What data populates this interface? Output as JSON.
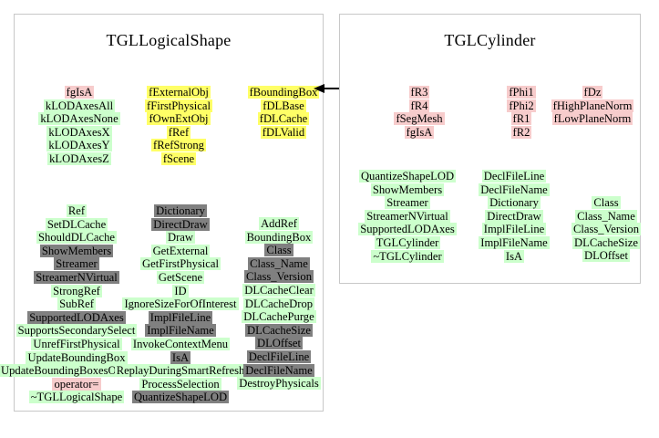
{
  "diagram": {
    "kind": "class-inheritance-diagram",
    "arrow": {
      "name": "inheritance-arrow",
      "direction": "left",
      "from": "TGLCylinder",
      "to": "TGLLogicalShape"
    },
    "colors": {
      "pink": "#f7cccc",
      "green": "#ccffcc",
      "yellow": "#ffff66",
      "gray": "#808080",
      "box_border": "#c8c8c8",
      "background": "#ffffff",
      "text": "#000000"
    }
  },
  "boxes": {
    "logicalshape": {
      "title": "TGLLogicalShape",
      "columns": {
        "data_col1": [
          {
            "text": "fgIsA",
            "hl": "pink"
          },
          {
            "text": "kLODAxesAll",
            "hl": "green"
          },
          {
            "text": "kLODAxesNone",
            "hl": "green"
          },
          {
            "text": "kLODAxesX",
            "hl": "green"
          },
          {
            "text": "kLODAxesY",
            "hl": "green"
          },
          {
            "text": "kLODAxesZ",
            "hl": "green"
          }
        ],
        "data_col2": [
          {
            "text": "fExternalObj",
            "hl": "yellow"
          },
          {
            "text": "fFirstPhysical",
            "hl": "yellow"
          },
          {
            "text": "fOwnExtObj",
            "hl": "yellow"
          },
          {
            "text": "fRef",
            "hl": "yellow"
          },
          {
            "text": "fRefStrong",
            "hl": "yellow"
          },
          {
            "text": "fScene",
            "hl": "yellow"
          }
        ],
        "data_col3": [
          {
            "text": "fBoundingBox",
            "hl": "yellow"
          },
          {
            "text": "fDLBase",
            "hl": "yellow"
          },
          {
            "text": "fDLCache",
            "hl": "yellow"
          },
          {
            "text": "fDLValid",
            "hl": "yellow"
          }
        ],
        "method_col1": [
          {
            "text": "Ref",
            "hl": "green"
          },
          {
            "text": "SetDLCache",
            "hl": "green"
          },
          {
            "text": "ShouldDLCache",
            "hl": "green"
          },
          {
            "text": "ShowMembers",
            "hl": "gray"
          },
          {
            "text": "Streamer",
            "hl": "gray"
          },
          {
            "text": "StreamerNVirtual",
            "hl": "gray"
          },
          {
            "text": "StrongRef",
            "hl": "green"
          },
          {
            "text": "SubRef",
            "hl": "green"
          },
          {
            "text": "SupportedLODAxes",
            "hl": "gray"
          },
          {
            "text": "SupportsSecondarySelect",
            "hl": "green"
          },
          {
            "text": "UnrefFirstPhysical",
            "hl": "green"
          },
          {
            "text": "UpdateBoundingBox",
            "hl": "green"
          },
          {
            "text": "UpdateBoundingBoxesOfPhysicals",
            "hl": "green"
          },
          {
            "text": "operator=",
            "hl": "pink"
          },
          {
            "text": "~TGLLogicalShape",
            "hl": "green"
          }
        ],
        "method_col2": [
          {
            "text": "Dictionary",
            "hl": "gray"
          },
          {
            "text": "DirectDraw",
            "hl": "gray"
          },
          {
            "text": "Draw",
            "hl": "green"
          },
          {
            "text": "GetExternal",
            "hl": "green"
          },
          {
            "text": "GetFirstPhysical",
            "hl": "green"
          },
          {
            "text": "GetScene",
            "hl": "green"
          },
          {
            "text": "ID",
            "hl": "green"
          },
          {
            "text": "IgnoreSizeForOfInterest",
            "hl": "green"
          },
          {
            "text": "ImplFileLine",
            "hl": "gray"
          },
          {
            "text": "ImplFileName",
            "hl": "gray"
          },
          {
            "text": "InvokeContextMenu",
            "hl": "green"
          },
          {
            "text": "IsA",
            "hl": "gray"
          },
          {
            "text": "ReplayDuringSmartRefresh",
            "hl": "green"
          },
          {
            "text": "ProcessSelection",
            "hl": "green"
          },
          {
            "text": "QuantizeShapeLOD",
            "hl": "gray"
          }
        ],
        "method_col3": [
          {
            "text": "AddRef",
            "hl": "green"
          },
          {
            "text": "BoundingBox",
            "hl": "green"
          },
          {
            "text": "Class",
            "hl": "gray"
          },
          {
            "text": "Class_Name",
            "hl": "gray"
          },
          {
            "text": "Class_Version",
            "hl": "gray"
          },
          {
            "text": "DLCacheClear",
            "hl": "green"
          },
          {
            "text": "DLCacheDrop",
            "hl": "green"
          },
          {
            "text": "DLCachePurge",
            "hl": "green"
          },
          {
            "text": "DLCacheSize",
            "hl": "gray"
          },
          {
            "text": "DLOffset",
            "hl": "gray"
          },
          {
            "text": "DeclFileLine",
            "hl": "gray"
          },
          {
            "text": "DeclFileName",
            "hl": "gray"
          },
          {
            "text": "DestroyPhysicals",
            "hl": "green"
          }
        ]
      }
    },
    "cylinder": {
      "title": "TGLCylinder",
      "columns": {
        "data_col1": [
          {
            "text": "fR3",
            "hl": "pink"
          },
          {
            "text": "fR4",
            "hl": "pink"
          },
          {
            "text": "fSegMesh",
            "hl": "pink"
          },
          {
            "text": "fgIsA",
            "hl": "pink"
          }
        ],
        "data_col2": [
          {
            "text": "fPhi1",
            "hl": "pink"
          },
          {
            "text": "fPhi2",
            "hl": "pink"
          },
          {
            "text": "fR1",
            "hl": "pink"
          },
          {
            "text": "fR2",
            "hl": "pink"
          }
        ],
        "data_col3": [
          {
            "text": "fDz",
            "hl": "pink"
          },
          {
            "text": "fHighPlaneNorm",
            "hl": "pink"
          },
          {
            "text": "fLowPlaneNorm",
            "hl": "pink"
          }
        ],
        "method_col1": [
          {
            "text": "QuantizeShapeLOD",
            "hl": "green"
          },
          {
            "text": "ShowMembers",
            "hl": "green"
          },
          {
            "text": "Streamer",
            "hl": "green"
          },
          {
            "text": "StreamerNVirtual",
            "hl": "green"
          },
          {
            "text": "SupportedLODAxes",
            "hl": "green"
          },
          {
            "text": "TGLCylinder",
            "hl": "green"
          },
          {
            "text": "~TGLCylinder",
            "hl": "green"
          }
        ],
        "method_col2": [
          {
            "text": "DeclFileLine",
            "hl": "green"
          },
          {
            "text": "DeclFileName",
            "hl": "green"
          },
          {
            "text": "Dictionary",
            "hl": "green"
          },
          {
            "text": "DirectDraw",
            "hl": "green"
          },
          {
            "text": "ImplFileLine",
            "hl": "green"
          },
          {
            "text": "ImplFileName",
            "hl": "green"
          },
          {
            "text": "IsA",
            "hl": "green"
          }
        ],
        "method_col3": [
          {
            "text": "Class",
            "hl": "green"
          },
          {
            "text": "Class_Name",
            "hl": "green"
          },
          {
            "text": "Class_Version",
            "hl": "green"
          },
          {
            "text": "DLCacheSize",
            "hl": "green"
          },
          {
            "text": "DLOffset",
            "hl": "green"
          }
        ]
      }
    }
  }
}
